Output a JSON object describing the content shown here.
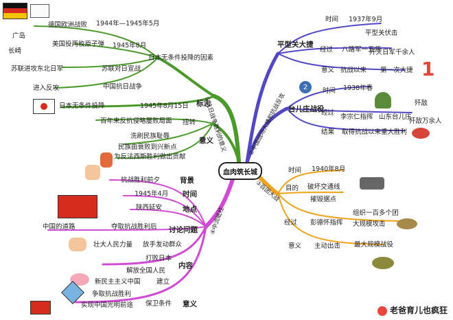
{
  "center_title": "血肉筑长城",
  "watermark": "老爸育儿也疯狂",
  "branches": {
    "green": {
      "label": "①抗日战争胜利的意义",
      "nodes": {
        "end_euro": "德国欧洲战败",
        "end_euro_date": "1944年—1945年5月",
        "guangdao": "广岛",
        "changqi": "长崎",
        "us_bomb": "美国投两枚原子弹",
        "date_1945_8": "1945年8月",
        "soviet": "苏联进攻东北日军",
        "declare_war": "苏联对日宣战",
        "enter_fight": "进入反攻",
        "china_fight": "中国抗日战争",
        "surrender_reason": "日本无条件投降的因素",
        "sign": "标志",
        "japan_surrender": "日本无条件投降",
        "date_0815": "1945年8月15日",
        "meaning_a": "百年来反抗侵略屡败局面",
        "turn": "扭转",
        "wash": "洗刷民族耻辱",
        "meaning_b": "民族由衰败到兴新点",
        "meaning_c": "为反法西斯胜利做出贡献",
        "yiyi": "意义"
      }
    },
    "blue": {
      "label": "②中国战场大捷和抗战反攻",
      "nodes": {
        "pingxing": "平型关大捷",
        "time1": "时间",
        "time1_val": "1937年9月",
        "place1": "平型关伏击",
        "where1": "经过",
        "army1": "八路军一五师",
        "hit1": "歼灭日军千余人",
        "yiyi1": "意义",
        "first": "第一次大捷",
        "big_win": "抗战以来",
        "taierzhuang": "台儿庄战役",
        "time2": "时间",
        "time2_val": "1938年春",
        "where2": "经过",
        "li": "李宗仁指挥",
        "mountain": "山东台儿庄",
        "kill": "歼敌万余人",
        "result": "结果",
        "result_val": "取得抗战以来重大胜利",
        "plane_label": "歼敌"
      }
    },
    "orange": {
      "label": "③百团大战",
      "nodes": {
        "time3": "时间",
        "time3_val": "1940年8月",
        "goal": "目的",
        "goal_a": "破坏交通线",
        "goal_b": "摧毁据点",
        "where3": "经过",
        "bo": "彭德怀指挥",
        "army3": "组织一百多个团",
        "attack": "大规模攻击",
        "yiyi3": "意义",
        "self": "主动出击",
        "biggest": "最大规模战役"
      }
    },
    "magenta": {
      "label": "④中流砥柱",
      "nodes": {
        "bg": "背景",
        "bg_val": "抗战胜利前夕",
        "time4": "时间",
        "time4_val": "1945年4月",
        "place4": "地点",
        "place4_val": "陕西延安",
        "topic": "讨论问题",
        "topic_val": "夺取抗战胜利后",
        "road": "中国的道路",
        "neirong": "内容",
        "c1": "放手发动群众",
        "c2": "壮大人民力量",
        "c3": "打败日本",
        "c4": "解放全国人民",
        "c5": "建立",
        "c6": "新民主主义中国",
        "cond": "保卫条件",
        "cond_a": "争取抗战胜利",
        "cond_b": "实现中国光明前途",
        "yiyi4": "意义"
      }
    }
  },
  "colors": {
    "green": "#4a9a2a",
    "blue": "#5248c6",
    "orange": "#f0a21a",
    "magenta": "#d14ad6",
    "center_line": "#111111"
  }
}
